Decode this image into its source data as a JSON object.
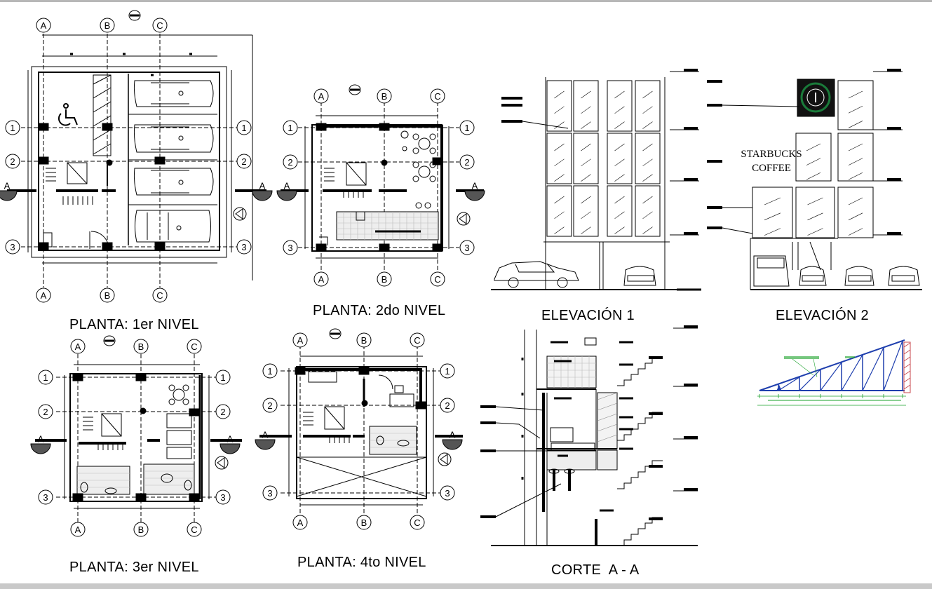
{
  "titles": {
    "plan_1": "PLANTA: 1er NIVEL",
    "plan_2": "PLANTA: 2do NIVEL",
    "plan_3": "PLANTA: 3er NIVEL",
    "plan_4": "PLANTA: 4to NIVEL",
    "elev_1": "ELEVACIÓN 1",
    "elev_2": "ELEVACIÓN 2",
    "section": "CORTE  A - A"
  },
  "axes": {
    "columns": [
      "A",
      "B",
      "C"
    ],
    "rows": [
      "1",
      "2",
      "3"
    ],
    "section_mark": "A"
  },
  "signage": {
    "line1": "STARBUCKS",
    "line2": "COFFEE"
  },
  "colors": {
    "line": "#000000",
    "truss": "#1f3fae",
    "dim": "#1aa12a",
    "hatch": "#c8474e"
  }
}
